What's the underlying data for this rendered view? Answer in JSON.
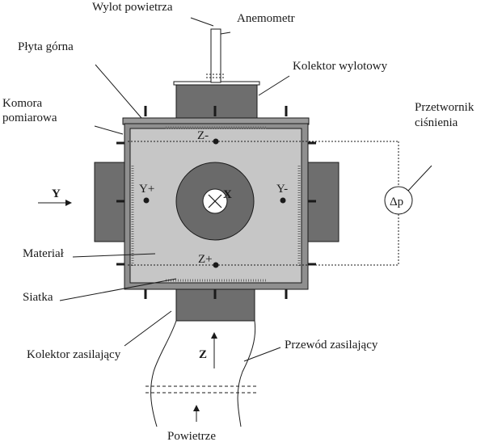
{
  "labels": {
    "air_outlet": "Wylot powietrza",
    "anemometer": "Anemometr",
    "top_plate": "Płyta górna",
    "outlet_collector": "Kolektor wylotowy",
    "chamber_line1": "Komora",
    "chamber_line2": "pomiarowa",
    "transducer_line1": "Przetwornik",
    "transducer_line2": "ciśnienia",
    "material": "Materiał",
    "mesh": "Siatka",
    "supply_collector": "Kolektor zasilający",
    "supply_pipe": "Przewód zasilający",
    "air": "Powietrze",
    "delta_p": "Δp"
  },
  "axes": {
    "y": "Y",
    "z": "Z",
    "x": "X"
  },
  "points": {
    "z_minus": "Z-",
    "z_plus": "Z+",
    "y_plus": "Y+",
    "y_minus": "Y-"
  },
  "colors": {
    "collector": "#6e6e6e",
    "chamber_frame": "#8f8f8f",
    "material": "#c6c6c6",
    "sample_disc": "#6a6a6a",
    "line": "#1a1a1a"
  }
}
